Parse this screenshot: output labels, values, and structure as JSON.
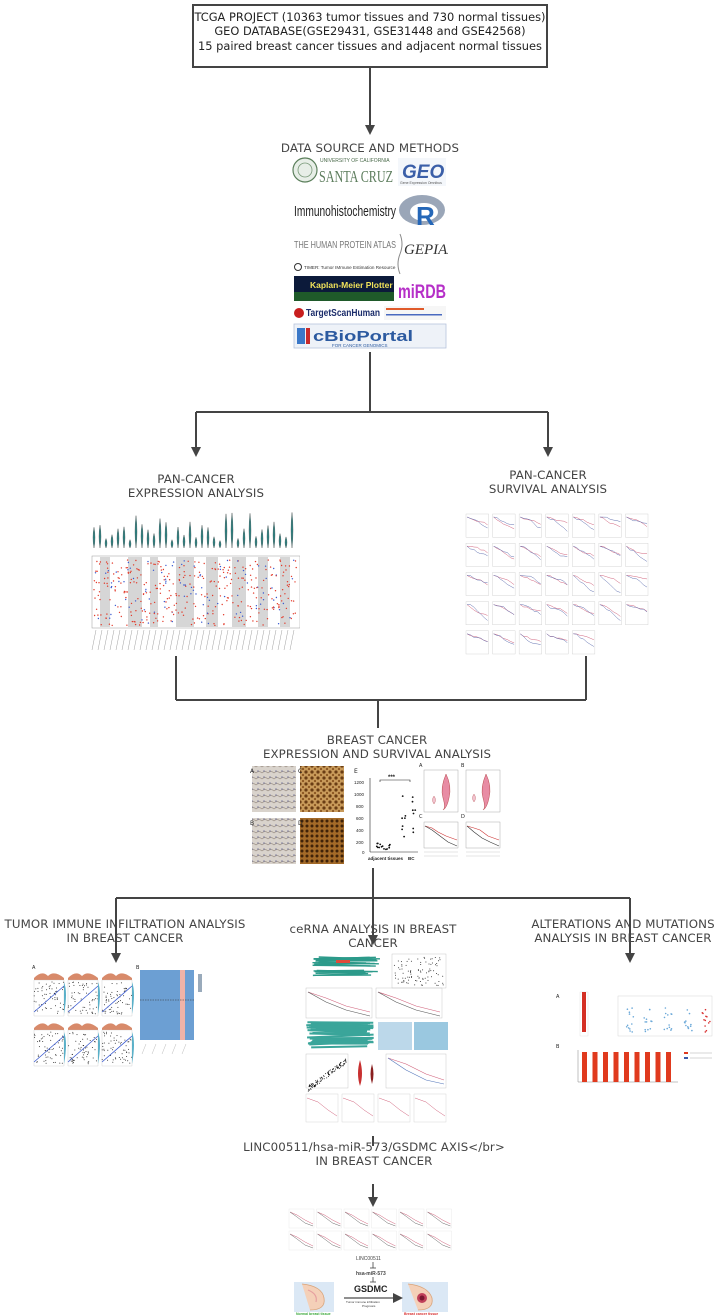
{
  "top_box": {
    "line1": "TCGA PROJECT (10363 tumor tissues and 730 normal tissues)",
    "line2": "GEO DATABASE(GSE29431, GSE31448 and GSE42568)",
    "line3": "15 paired breast cancer tissues and adjacent normal tissues"
  },
  "data_source": {
    "title": "DATA SOURCE AND METHODS",
    "logos": {
      "ucsc_top": "UNIVERSITY OF CALIFORNIA",
      "ucsc_main": "SANTA CRUZ",
      "geo": "GEO",
      "geo_sub": "Gene Expression Omnibus",
      "ihc": "Immunohistochemistry",
      "r": "R",
      "hpa": "THE HUMAN PROTEIN ATLAS",
      "gepia": "GEPIA2",
      "timer": "TIMER: Tumor IMmune Estimation Resource",
      "kmplot": "Kaplan-Meier Plotter",
      "mirdb": "miRDB",
      "targetscan": "TargetScanHuman",
      "cbio": "cBioPortal",
      "cbio_sub": "FOR CANCER GENOMICS"
    }
  },
  "pan_expr": {
    "line1": "PAN-CANCER",
    "line2": "EXPRESSION ANALYSIS"
  },
  "pan_surv": {
    "line1": "PAN-CANCER",
    "line2": "SURVIVAL ANALYSIS"
  },
  "breast": {
    "line1": "BREAST CANCER",
    "line2": "EXPRESSION AND SURVIVAL ANALYSIS"
  },
  "ihc_panels": {
    "a": "A",
    "b": "B",
    "c": "C",
    "d": "D",
    "e": "E"
  },
  "ihc_chart": {
    "yticks": [
      "1200",
      "1000",
      "800",
      "600",
      "400",
      "200",
      "0"
    ],
    "xlabels": [
      "adjacent tissues",
      "BC"
    ],
    "sig": "***"
  },
  "violin_panels": {
    "a": "A",
    "b": "B",
    "c": "C",
    "d": "D"
  },
  "tumor_immune": {
    "line1": "TUMOR IMMUNE INFILTRATION ANALYSIS",
    "line2": "IN BREAST CANCER"
  },
  "cerna": {
    "line1": "ceRNA ANALYSIS IN BREAST CANCER"
  },
  "alterations": {
    "line1": "ALTERATIONS AND MUTATIONS",
    "line2": "ANALYSIS IN BREAST CANCER"
  },
  "axis": {
    "line1": "LINC00511/hsa-miR-573/GSDMC AXIS</br>",
    "line2": "IN BREAST CANCER"
  },
  "immune_panels": {
    "a": "A",
    "b": "B"
  },
  "alt_panels": {
    "a": "A",
    "b": "B"
  },
  "mech": {
    "linc": "LINC00511",
    "mir": "hsa-miR-573",
    "gsdmc": "GSDMC",
    "arrow_text1": "Tumor immune infiltration",
    "arrow_text2": "Prognosis",
    "normal": "Normal breast tissue",
    "cancer": "Breast cancer tissue"
  },
  "colors": {
    "line": "#444444",
    "normal_label": "#3aa83a",
    "cancer_label": "#d83030",
    "bar": "#e03a1e",
    "heat": "#6c9fd3"
  }
}
